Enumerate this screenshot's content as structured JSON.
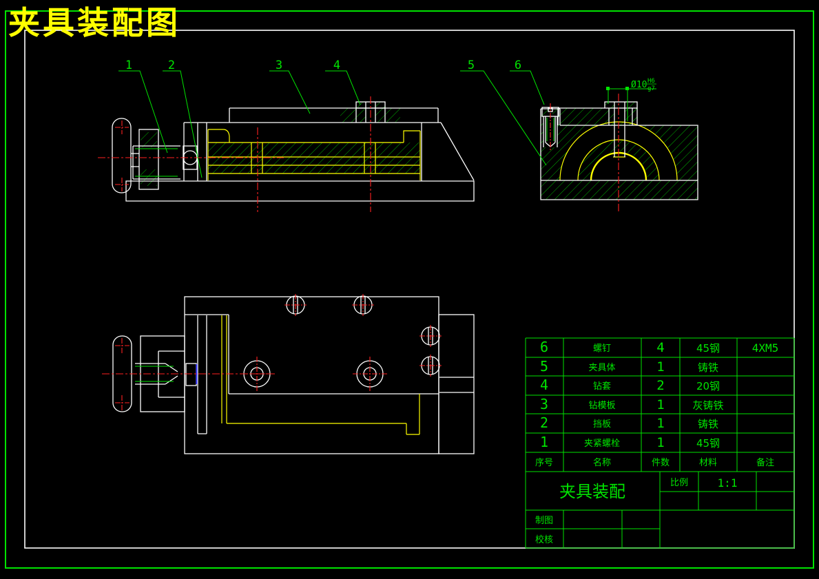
{
  "title": "夹具装配图",
  "colors": {
    "background": "#000000",
    "outline_white": "#ffffff",
    "annotation_green": "#00e400",
    "highlight_yellow": "#ffff00",
    "centerline_red": "#ff2020",
    "accent_blue": "#2b2bff"
  },
  "balloons": [
    {
      "label": "1"
    },
    {
      "label": "2"
    },
    {
      "label": "3"
    },
    {
      "label": "4"
    },
    {
      "label": "5"
    },
    {
      "label": "6"
    }
  ],
  "dimension": {
    "value": "Ø10",
    "tol_upper": "H6",
    "tol_lower": "g7"
  },
  "parts_table": {
    "headers": {
      "seq": "序号",
      "name": "名称",
      "qty": "件数",
      "material": "材料",
      "remark": "备注"
    },
    "rows": [
      {
        "seq": "6",
        "name": "螺钉",
        "qty": "4",
        "material": "45钢",
        "remark": "4XM5"
      },
      {
        "seq": "5",
        "name": "夹具体",
        "qty": "1",
        "material": "铸铁",
        "remark": ""
      },
      {
        "seq": "4",
        "name": "钻套",
        "qty": "2",
        "material": "20钢",
        "remark": ""
      },
      {
        "seq": "3",
        "name": "钻模板",
        "qty": "1",
        "material": "灰铸铁",
        "remark": ""
      },
      {
        "seq": "2",
        "name": "挡板",
        "qty": "1",
        "material": "铸铁",
        "remark": ""
      },
      {
        "seq": "1",
        "name": "夹紧螺栓",
        "qty": "1",
        "material": "45钢",
        "remark": ""
      }
    ]
  },
  "title_block": {
    "drawing_name": "夹具装配",
    "scale_label": "比例",
    "scale_value": "1:1",
    "drawn_label": "制图",
    "checked_label": "校核"
  }
}
